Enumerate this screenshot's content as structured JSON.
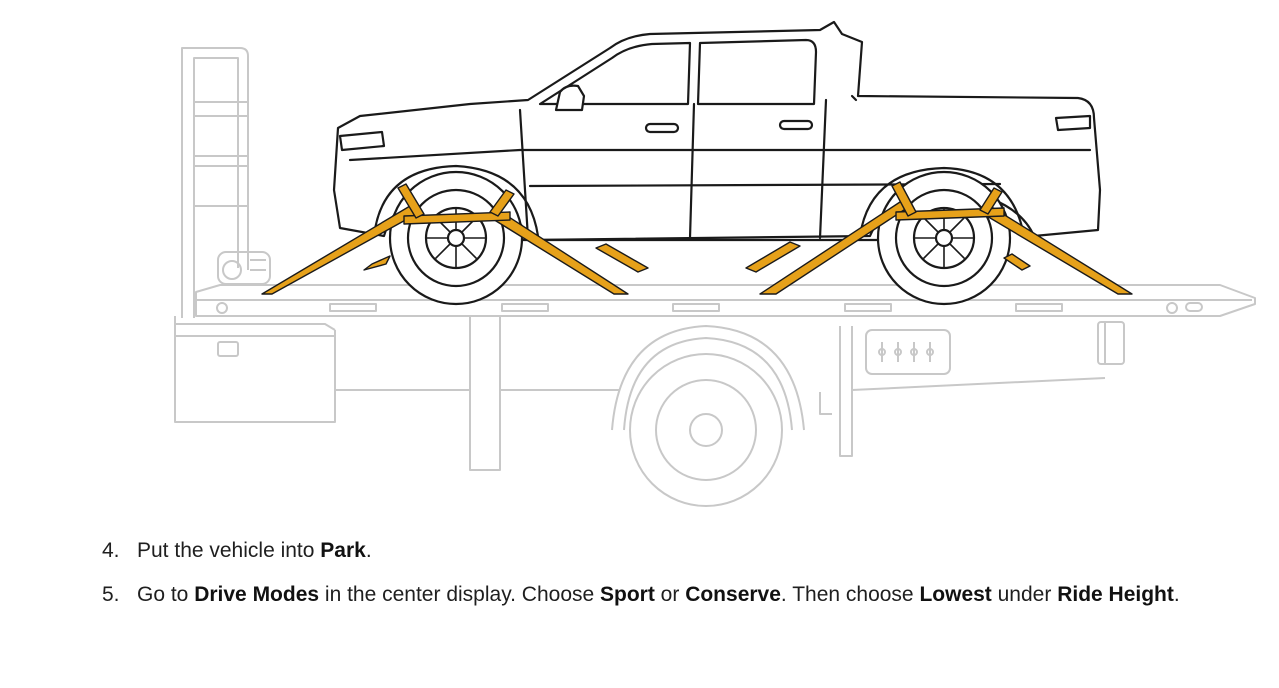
{
  "illustration": {
    "alt": "Vehicle secured on flatbed tow truck with wheel straps",
    "colors": {
      "truck_line": "#c8c8c8",
      "vehicle_line": "#1a1a1a",
      "strap": "#e6a11a",
      "strap_edge": "#1a1a1a"
    },
    "icons": [
      "flatbed-tow-truck",
      "pickup-truck",
      "wheel-strap"
    ]
  },
  "steps": [
    {
      "number": "4.",
      "segments": [
        {
          "text": "Put the vehicle into ",
          "bold": false
        },
        {
          "text": "Park",
          "bold": true
        },
        {
          "text": ".",
          "bold": false
        }
      ]
    },
    {
      "number": "5.",
      "segments": [
        {
          "text": "Go to ",
          "bold": false
        },
        {
          "text": "Drive Modes",
          "bold": true
        },
        {
          "text": " in the center display. Choose ",
          "bold": false
        },
        {
          "text": "Sport",
          "bold": true
        },
        {
          "text": " or ",
          "bold": false
        },
        {
          "text": "Conserve",
          "bold": true
        },
        {
          "text": ". Then choose ",
          "bold": false
        },
        {
          "text": "Lowest",
          "bold": true
        },
        {
          "text": " under ",
          "bold": false
        },
        {
          "text": "Ride Height",
          "bold": true
        },
        {
          "text": ".",
          "bold": false
        }
      ]
    }
  ]
}
